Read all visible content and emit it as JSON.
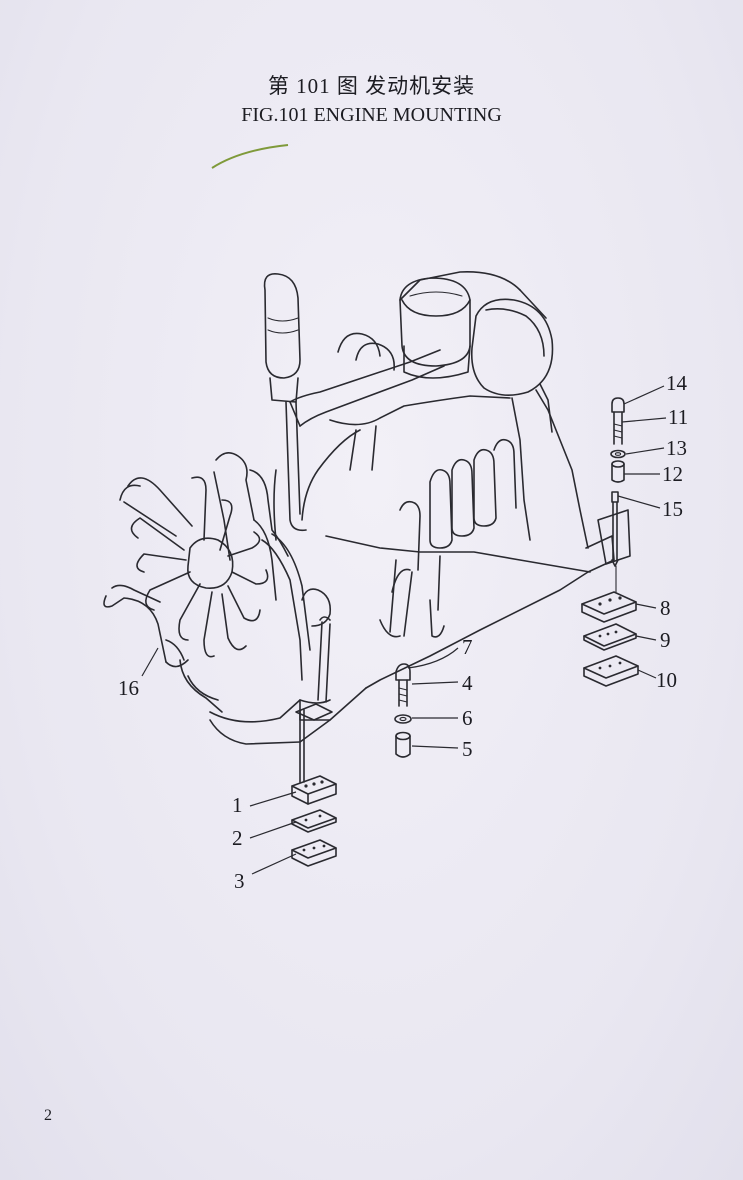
{
  "header": {
    "title_cn": "第 101 图    发动机安装",
    "title_en": "FIG.101 ENGINE MOUNTING"
  },
  "callouts": [
    "1",
    "2",
    "3",
    "4",
    "5",
    "6",
    "7",
    "8",
    "9",
    "10",
    "11",
    "12",
    "13",
    "14",
    "15",
    "16"
  ],
  "footer": {
    "page_number": "2"
  },
  "colors": {
    "ink": "#2a2a30",
    "paper": "#ebe9f3",
    "pen_mark": "#7f9a3a"
  }
}
